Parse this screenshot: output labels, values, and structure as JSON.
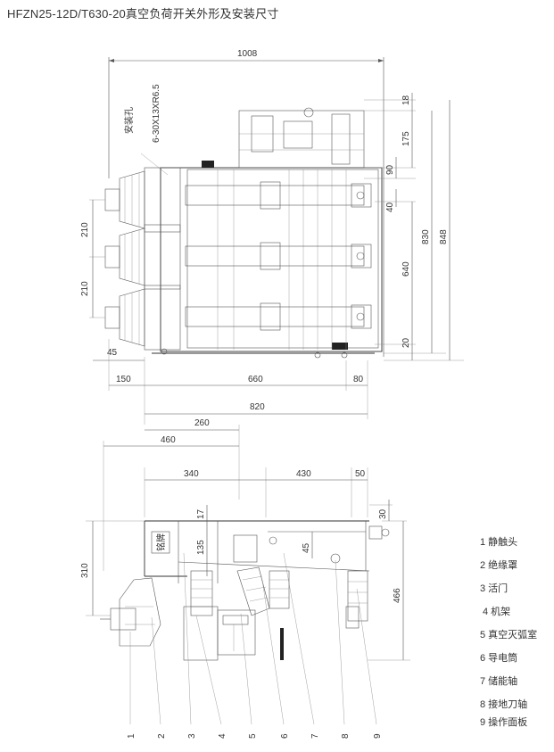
{
  "title": "HFZN25-12D/T630-20真空负荷开关外形及安装尺寸",
  "top_view": {
    "mount_label": "安装孔",
    "mount_spec": "6-30X13XR6.5",
    "dims": {
      "width_1008": "1008",
      "d18": "18",
      "d175": "175",
      "d90": "90",
      "d40": "40",
      "d830": "830",
      "d848": "848",
      "d640": "640",
      "d20": "20",
      "d210a": "210",
      "d210b": "210",
      "d45": "45",
      "d150": "150",
      "d660": "660",
      "d80": "80",
      "d820": "820",
      "d260": "260"
    }
  },
  "side_view": {
    "plate_text": "铭牌",
    "dims": {
      "d460": "460",
      "d340": "340",
      "d430": "430",
      "d50": "50",
      "d17": "17",
      "d30": "30",
      "d135": "135",
      "d45": "45",
      "d310": "310",
      "d466": "466"
    },
    "part_numbers": [
      "1",
      "2",
      "3",
      "4",
      "5",
      "6",
      "7",
      "8",
      "9"
    ]
  },
  "legend": [
    "1 静触头",
    "2 绝缘罩",
    "3 活门",
    "4 机架",
    "5 真空灭弧室",
    "6 导电筒",
    "7 储能轴",
    "8 接地刀轴",
    "9 操作面板"
  ]
}
